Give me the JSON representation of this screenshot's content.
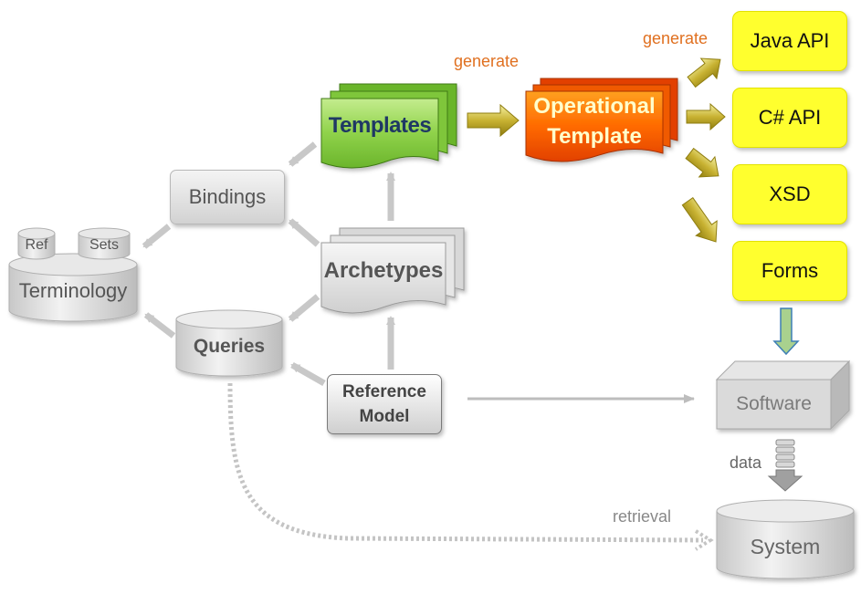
{
  "nodes": {
    "templates": "Templates",
    "operational_template": [
      "Operational",
      "Template"
    ],
    "archetypes": "Archetypes",
    "bindings": "Bindings",
    "queries": "Queries",
    "terminology": "Terminology",
    "ref": "Ref",
    "sets": "Sets",
    "reference_model": [
      "Reference",
      "Model"
    ],
    "software": "Software",
    "system": "System"
  },
  "outputs": [
    "Java API",
    "C# API",
    "XSD",
    "Forms"
  ],
  "edge_labels": {
    "generate_templates": "generate",
    "generate_outputs": "generate",
    "data": "data",
    "retrieval": "retrieval"
  },
  "colors": {
    "templates": "#8fd24a",
    "operational_template": "#ff6a00",
    "outputs": "#ffff2e",
    "generate_label": "#e07020",
    "templates_text": "#1f3864",
    "operational_text": "#ffffcc",
    "gray_text": "#555555"
  }
}
